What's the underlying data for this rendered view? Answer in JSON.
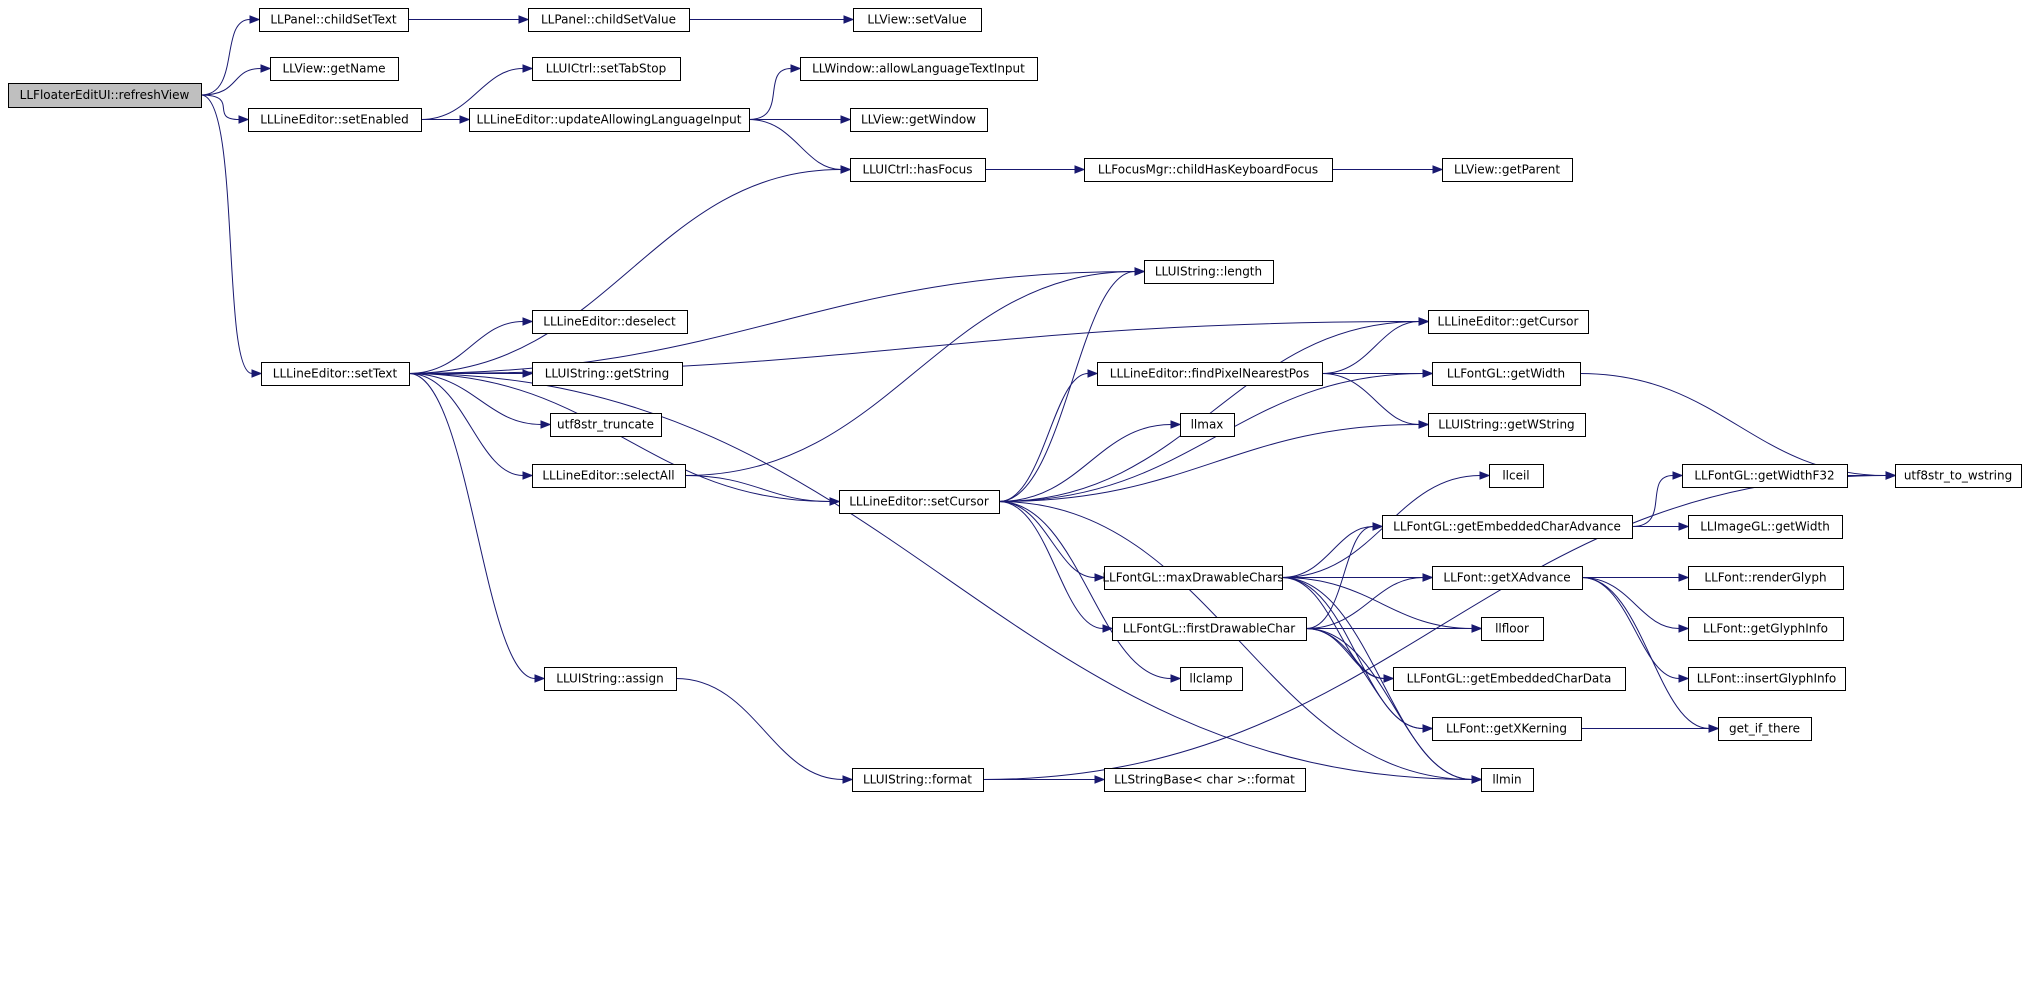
{
  "diagram": {
    "nodes": [
      {
        "id": "refreshView",
        "label": "LLFloaterEditUI::refreshView"
      },
      {
        "id": "childSetText",
        "label": "LLPanel::childSetText"
      },
      {
        "id": "childSetValue",
        "label": "LLPanel::childSetValue"
      },
      {
        "id": "setValue",
        "label": "LLView::setValue"
      },
      {
        "id": "getName",
        "label": "LLView::getName"
      },
      {
        "id": "setTabStop",
        "label": "LLUICtrl::setTabStop"
      },
      {
        "id": "allowLang",
        "label": "LLWindow::allowLanguageTextInput"
      },
      {
        "id": "setEnabled",
        "label": "LLLineEditor::setEnabled"
      },
      {
        "id": "updateAllowing",
        "label": "LLLineEditor::updateAllowingLanguageInput"
      },
      {
        "id": "getWindow",
        "label": "LLView::getWindow"
      },
      {
        "id": "hasFocus",
        "label": "LLUICtrl::hasFocus"
      },
      {
        "id": "childHasKbd",
        "label": "LLFocusMgr::childHasKeyboardFocus"
      },
      {
        "id": "getParent",
        "label": "LLView::getParent"
      },
      {
        "id": "length",
        "label": "LLUIString::length"
      },
      {
        "id": "deselect",
        "label": "LLLineEditor::deselect"
      },
      {
        "id": "getCursor",
        "label": "LLLineEditor::getCursor"
      },
      {
        "id": "setText",
        "label": "LLLineEditor::setText"
      },
      {
        "id": "getString",
        "label": "LLUIString::getString"
      },
      {
        "id": "findPixel",
        "label": "LLLineEditor::findPixelNearestPos"
      },
      {
        "id": "getWidth",
        "label": "LLFontGL::getWidth"
      },
      {
        "id": "utf8trunc",
        "label": "utf8str_truncate"
      },
      {
        "id": "getWString",
        "label": "LLUIString::getWString"
      },
      {
        "id": "llmax",
        "label": "llmax"
      },
      {
        "id": "selectAll",
        "label": "LLLineEditor::selectAll"
      },
      {
        "id": "llceil",
        "label": "llceil"
      },
      {
        "id": "getWidthF32",
        "label": "LLFontGL::getWidthF32"
      },
      {
        "id": "utf8wstr",
        "label": "utf8str_to_wstring"
      },
      {
        "id": "setCursor",
        "label": "LLLineEditor::setCursor"
      },
      {
        "id": "getEmbAdv",
        "label": "LLFontGL::getEmbeddedCharAdvance"
      },
      {
        "id": "imgGetWidth",
        "label": "LLImageGL::getWidth"
      },
      {
        "id": "maxDrawable",
        "label": "LLFontGL::maxDrawableChars"
      },
      {
        "id": "getXAdv",
        "label": "LLFont::getXAdvance"
      },
      {
        "id": "renderGlyph",
        "label": "LLFont::renderGlyph"
      },
      {
        "id": "firstDrawable",
        "label": "LLFontGL::firstDrawableChar"
      },
      {
        "id": "llfloor",
        "label": "llfloor"
      },
      {
        "id": "getGlyphInfo",
        "label": "LLFont::getGlyphInfo"
      },
      {
        "id": "assign",
        "label": "LLUIString::assign"
      },
      {
        "id": "llclamp",
        "label": "llclamp"
      },
      {
        "id": "getEmbData",
        "label": "LLFontGL::getEmbeddedCharData"
      },
      {
        "id": "insertGlyph",
        "label": "LLFont::insertGlyphInfo"
      },
      {
        "id": "getXKern",
        "label": "LLFont::getXKerning"
      },
      {
        "id": "getIfThere",
        "label": "get_if_there"
      },
      {
        "id": "uiFormat",
        "label": "LLUIString::format"
      },
      {
        "id": "sbFormat",
        "label": "LLStringBase< char >::format"
      },
      {
        "id": "llmin",
        "label": "llmin"
      }
    ],
    "edges": [
      [
        "refreshView",
        "childSetText"
      ],
      [
        "refreshView",
        "getName"
      ],
      [
        "refreshView",
        "setEnabled"
      ],
      [
        "refreshView",
        "setText"
      ],
      [
        "childSetText",
        "childSetValue"
      ],
      [
        "childSetValue",
        "setValue"
      ],
      [
        "setEnabled",
        "setTabStop"
      ],
      [
        "setEnabled",
        "updateAllowing"
      ],
      [
        "updateAllowing",
        "allowLang"
      ],
      [
        "updateAllowing",
        "getWindow"
      ],
      [
        "updateAllowing",
        "hasFocus"
      ],
      [
        "hasFocus",
        "childHasKbd"
      ],
      [
        "childHasKbd",
        "getParent"
      ],
      [
        "setText",
        "hasFocus"
      ],
      [
        "setText",
        "getCursor"
      ],
      [
        "setText",
        "length"
      ],
      [
        "setText",
        "deselect"
      ],
      [
        "setText",
        "getString"
      ],
      [
        "setText",
        "utf8trunc"
      ],
      [
        "setText",
        "selectAll"
      ],
      [
        "setText",
        "setCursor"
      ],
      [
        "setText",
        "assign"
      ],
      [
        "setText",
        "llmin"
      ],
      [
        "selectAll",
        "length"
      ],
      [
        "selectAll",
        "setCursor"
      ],
      [
        "setCursor",
        "length"
      ],
      [
        "setCursor",
        "getCursor"
      ],
      [
        "setCursor",
        "findPixel"
      ],
      [
        "setCursor",
        "llmax"
      ],
      [
        "setCursor",
        "getWidth"
      ],
      [
        "setCursor",
        "getWString"
      ],
      [
        "setCursor",
        "maxDrawable"
      ],
      [
        "setCursor",
        "firstDrawable"
      ],
      [
        "setCursor",
        "llclamp"
      ],
      [
        "setCursor",
        "llmin"
      ],
      [
        "findPixel",
        "getCursor"
      ],
      [
        "findPixel",
        "getWidth"
      ],
      [
        "findPixel",
        "getWString"
      ],
      [
        "getWidth",
        "utf8wstr"
      ],
      [
        "maxDrawable",
        "llceil"
      ],
      [
        "maxDrawable",
        "getEmbAdv"
      ],
      [
        "maxDrawable",
        "getXAdv"
      ],
      [
        "maxDrawable",
        "llfloor"
      ],
      [
        "maxDrawable",
        "getEmbData"
      ],
      [
        "maxDrawable",
        "getXKern"
      ],
      [
        "maxDrawable",
        "llmin"
      ],
      [
        "firstDrawable",
        "getEmbAdv"
      ],
      [
        "firstDrawable",
        "getXAdv"
      ],
      [
        "firstDrawable",
        "llfloor"
      ],
      [
        "firstDrawable",
        "getEmbData"
      ],
      [
        "firstDrawable",
        "getXKern"
      ],
      [
        "firstDrawable",
        "llmin"
      ],
      [
        "getEmbAdv",
        "getWidthF32"
      ],
      [
        "getEmbAdv",
        "imgGetWidth"
      ],
      [
        "getWidthF32",
        "utf8wstr"
      ],
      [
        "getXAdv",
        "renderGlyph"
      ],
      [
        "getXAdv",
        "getGlyphInfo"
      ],
      [
        "getXAdv",
        "insertGlyph"
      ],
      [
        "getXAdv",
        "getIfThere"
      ],
      [
        "getXKern",
        "getIfThere"
      ],
      [
        "assign",
        "uiFormat"
      ],
      [
        "uiFormat",
        "sbFormat"
      ],
      [
        "uiFormat",
        "utf8wstr"
      ]
    ]
  }
}
